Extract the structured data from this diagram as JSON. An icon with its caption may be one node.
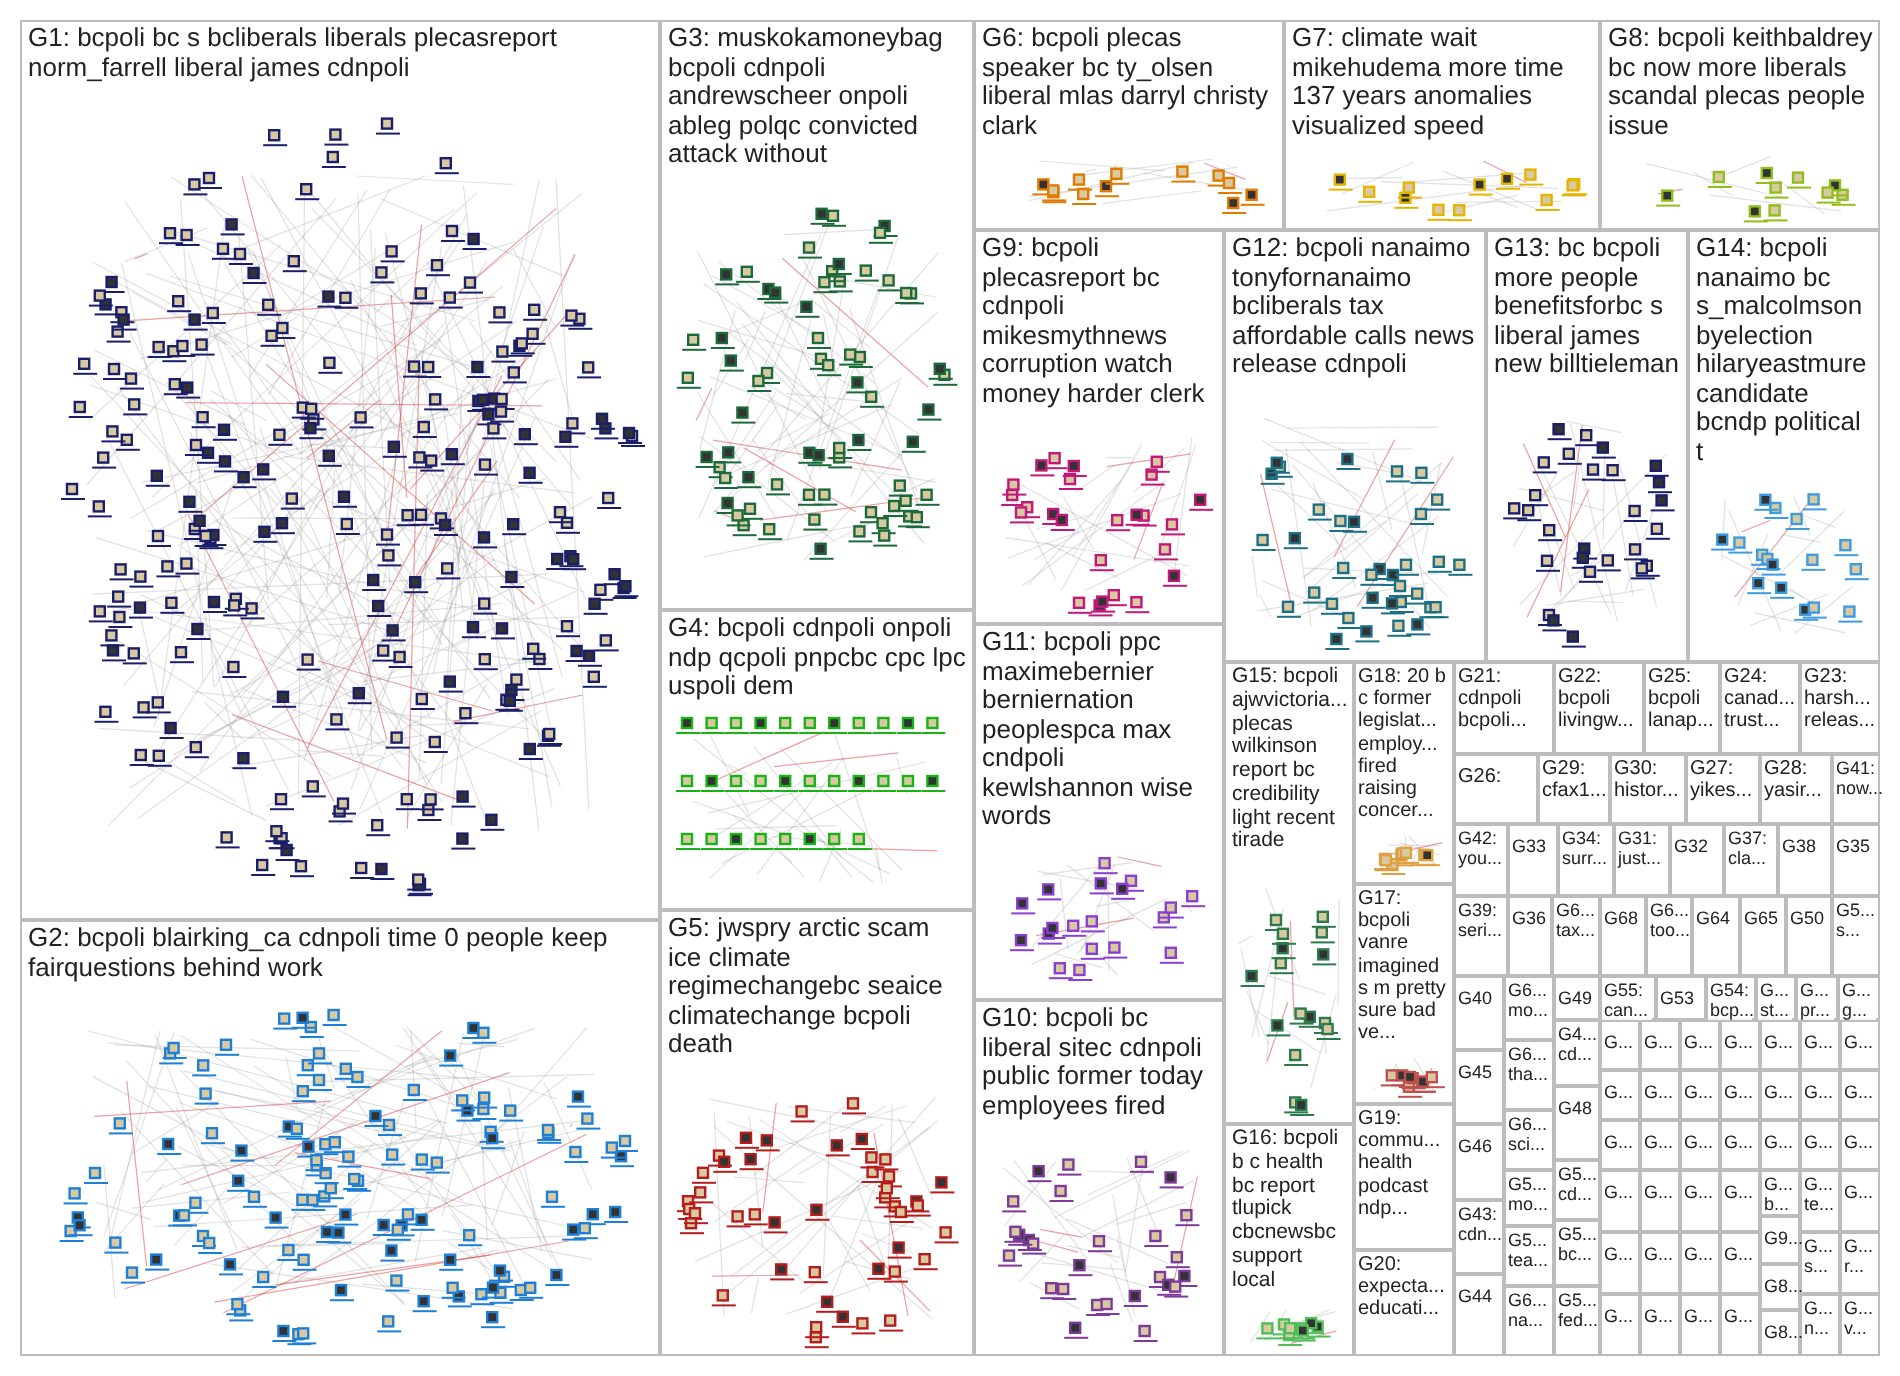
{
  "diagram": {
    "nodes": [
      {
        "text": [
          "G1: bcpoli bc s bcliberals liberals plecasreport norm_farrell liberal james cdnpoli"
        ]
      },
      {
        "text": [
          "G2: bcpoli blairking_ca cdnpoli time 0 people keep fairquestions behind work"
        ]
      },
      {
        "text": [
          "G3: muskokamoneybag bcpoli cdnpoli andrewscheer onpoli ableg polqc convicted attack without"
        ]
      },
      {
        "text": [
          "G4: bcpoli cdnpoli onpoli ndp qcpoli pnpcbc cpc lpc uspoli dem"
        ]
      },
      {
        "text": [
          "G5: jwspry arctic scam ice climate regimechangebc seaice climatechange bcpoli death"
        ]
      },
      {
        "text": [
          "G6: bcpoli plecas speaker bc ty_olsen liberal mlas darryl christy clark"
        ]
      },
      {
        "text": [
          "G7: climate wait mikehudema more time 137 years anomalies visualized speed"
        ]
      },
      {
        "text": [
          "G8: bcpoli keithbaldrey bc now more liberals scandal plecas people issue"
        ]
      },
      {
        "text": [
          "G9: bcpoli plecasreport bc cdnpoli mikesmythnews corruption watch money harder clerk"
        ]
      },
      {
        "text": [
          "G10: bcpoli bc liberal sitec cdnpoli public former today employees fired"
        ]
      },
      {
        "text": [
          "G11: bcpoli ppc maximebernier berniernation peoplespca max cndpoli kewlshannon wise words"
        ]
      },
      {
        "text": [
          "G12: bcpoli nanaimo tonyfornanaimo bcliberals tax affordable calls news release cdnpoli"
        ]
      },
      {
        "text": [
          "G13: bc bcpoli more people benefitsforbc s liberal james new billtieleman"
        ]
      },
      {
        "text": [
          "G14: bcpoli nanaimo bc s_malcolmson byelection hilaryeastmure candidate bcndp political t"
        ]
      },
      {
        "text": [
          "G15: bcpoli ajwvictoria... plecas wilkinson report bc credibility light recent tirade"
        ]
      },
      {
        "text": [
          "G16: bcpoli b c health bc report tlupick cbcnewsbc support local"
        ]
      },
      {
        "text": [
          "G17: bcpoli vanre imagined s m pretty sure bad ve..."
        ]
      },
      {
        "text": [
          "G18: 20 b c former legislat... employ... fired raising concer..."
        ]
      },
      {
        "text": [
          "G19: commu... health podcast ndp..."
        ]
      },
      {
        "text": [
          "G20: expecta... educati..."
        ]
      },
      {
        "text": [
          "G21: cdnpoli bcpoli..."
        ]
      },
      {
        "text": [
          "G22: bcpoli livingw..."
        ]
      },
      {
        "text": [
          "G25: bcpoli lanap..."
        ]
      },
      {
        "text": [
          "G24: canad... trust..."
        ]
      },
      {
        "text": [
          "G23: harsh... releas..."
        ]
      },
      {
        "text": [
          "G26:"
        ]
      },
      {
        "text": [
          "G29: cfax1..."
        ]
      },
      {
        "text": [
          "G30: histor..."
        ]
      },
      {
        "text": [
          "G27: yikes..."
        ]
      },
      {
        "text": [
          "G28: yasir..."
        ]
      },
      {
        "text": [
          "G41: now..."
        ]
      },
      {
        "text": [
          "G42: you..."
        ]
      },
      {
        "text": [
          "G33"
        ]
      },
      {
        "text": [
          "G34: surr..."
        ]
      },
      {
        "text": [
          "G31: just..."
        ]
      },
      {
        "text": [
          "G32"
        ]
      },
      {
        "text": [
          "G37: cla..."
        ]
      },
      {
        "text": [
          "G38"
        ]
      },
      {
        "text": [
          "G35"
        ]
      },
      {
        "text": [
          "G39: seri..."
        ]
      },
      {
        "text": [
          "G36"
        ]
      },
      {
        "text": [
          "G6... tax..."
        ]
      },
      {
        "text": [
          "G68"
        ]
      },
      {
        "text": [
          "G6... too..."
        ]
      },
      {
        "text": [
          "G64"
        ]
      },
      {
        "text": [
          "G65"
        ]
      },
      {
        "text": [
          "G50"
        ]
      },
      {
        "text": [
          "G5... s..."
        ]
      },
      {
        "text": [
          "G40"
        ]
      },
      {
        "text": [
          "G45"
        ]
      },
      {
        "text": [
          "G46"
        ]
      },
      {
        "text": [
          "G43: cdn..."
        ]
      },
      {
        "text": [
          "G44"
        ]
      },
      {
        "text": [
          "G6... mo..."
        ]
      },
      {
        "text": [
          "G6... tha..."
        ]
      },
      {
        "text": [
          "G6... sci..."
        ]
      },
      {
        "text": [
          "G5... mo..."
        ]
      },
      {
        "text": [
          "G5... tea..."
        ]
      },
      {
        "text": [
          "G6... na..."
        ]
      },
      {
        "text": [
          "G49"
        ]
      },
      {
        "text": [
          "G4... cd..."
        ]
      },
      {
        "text": [
          "G48"
        ]
      },
      {
        "text": [
          "G5... cd..."
        ]
      },
      {
        "text": [
          "G5... bc..."
        ]
      },
      {
        "text": [
          "G5... fed..."
        ]
      },
      {
        "text": [
          "G55: can..."
        ]
      },
      {
        "text": [
          "G53"
        ]
      },
      {
        "text": [
          "G54: bcp..."
        ]
      },
      {
        "text": [
          "G... st..."
        ]
      },
      {
        "text": [
          "G... pr..."
        ]
      },
      {
        "text": [
          "G... g..."
        ]
      },
      {
        "text": [
          "G..."
        ]
      },
      {
        "text": [
          "G..."
        ]
      },
      {
        "text": [
          "G..."
        ]
      },
      {
        "text": [
          "G..."
        ]
      },
      {
        "text": [
          "G..."
        ]
      },
      {
        "text": [
          "G..."
        ]
      },
      {
        "text": [
          "G..."
        ]
      },
      {
        "text": [
          "G..."
        ]
      },
      {
        "text": [
          "G..."
        ]
      },
      {
        "text": [
          "G..."
        ]
      },
      {
        "text": [
          "G..."
        ]
      },
      {
        "text": [
          "G..."
        ]
      },
      {
        "text": [
          "G..."
        ]
      },
      {
        "text": [
          "G..."
        ]
      },
      {
        "text": [
          "G..."
        ]
      },
      {
        "text": [
          "G..."
        ]
      },
      {
        "text": [
          "G..."
        ]
      },
      {
        "text": [
          "G..."
        ]
      },
      {
        "text": [
          "G..."
        ]
      },
      {
        "text": [
          "G..."
        ]
      },
      {
        "text": [
          "G..."
        ]
      },
      {
        "text": [
          "G..."
        ]
      },
      {
        "text": [
          "G..."
        ]
      },
      {
        "text": [
          "G..."
        ]
      },
      {
        "text": [
          "G..."
        ]
      },
      {
        "text": [
          "G..."
        ]
      },
      {
        "text": [
          "G..."
        ]
      },
      {
        "text": [
          "G..."
        ]
      },
      {
        "text": [
          "G..."
        ]
      },
      {
        "text": [
          "G..."
        ]
      },
      {
        "text": [
          "G..."
        ]
      },
      {
        "text": [
          "G..."
        ]
      },
      {
        "text": [
          "G..."
        ]
      },
      {
        "text": [
          "G... b..."
        ]
      },
      {
        "text": [
          "G9..."
        ]
      },
      {
        "text": [
          "G8..."
        ]
      },
      {
        "text": [
          "G8..."
        ]
      },
      {
        "text": [
          "G... te..."
        ]
      },
      {
        "text": [
          "G... s..."
        ]
      },
      {
        "text": [
          "G... n..."
        ]
      },
      {
        "text": [
          "G..."
        ]
      },
      {
        "text": [
          "G... r..."
        ]
      },
      {
        "text": [
          "G... v..."
        ]
      }
    ]
  }
}
